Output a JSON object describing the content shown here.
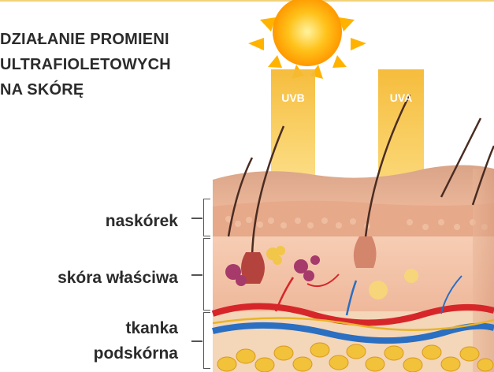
{
  "title": {
    "line1": "DZIAŁANIE PROMIENI",
    "line2": "ULTRAFIOLETOWYCH",
    "line3": "NA SKÓRĘ"
  },
  "rays": {
    "uvb": "UVB",
    "uva": "UVA"
  },
  "layers": {
    "epidermis": "naskórek",
    "dermis": "skóra właściwa",
    "hypodermis_line1": "tkanka",
    "hypodermis_line2": "podskórna"
  },
  "colors": {
    "sun": "#ffb300",
    "ray": "#f7c544",
    "epidermis": "#e9a98c",
    "dermis": "#f3c3a6",
    "fat": "#f1c23a",
    "artery": "#d6262a",
    "vein": "#2a6fc2",
    "text": "#2b2b2b"
  }
}
